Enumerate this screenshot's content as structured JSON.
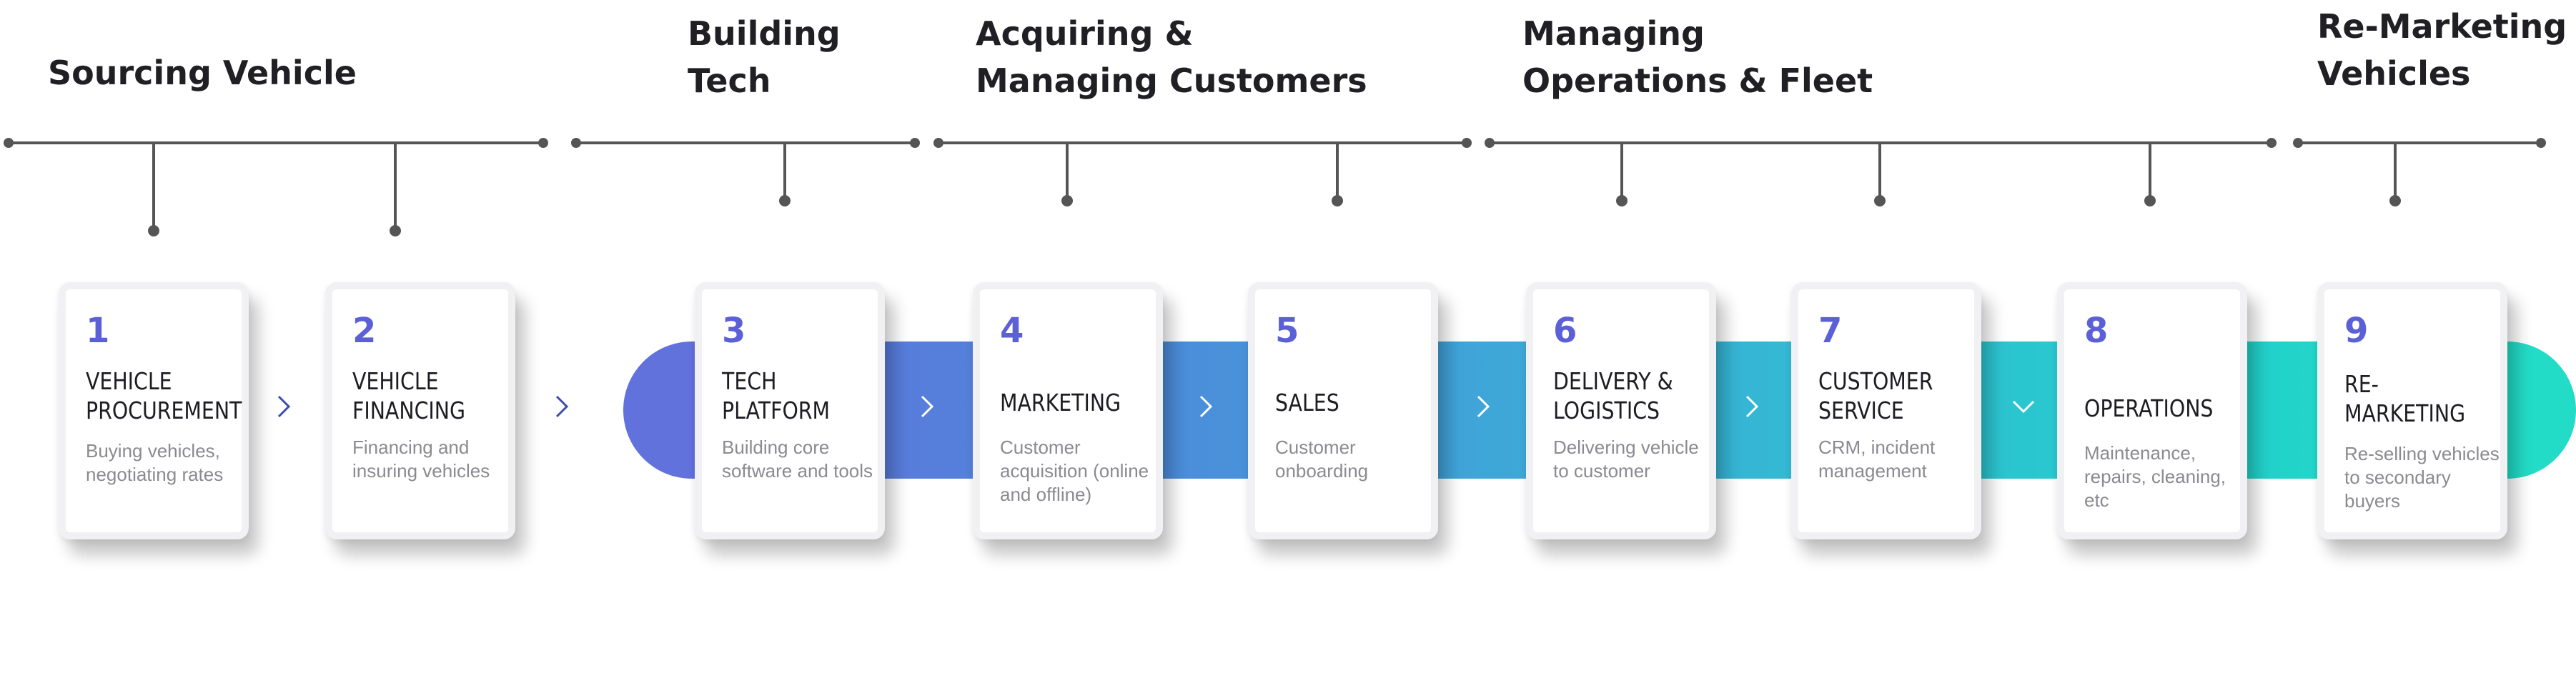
{
  "phases": [
    {
      "lines": [
        "Sourcing Vehicle"
      ]
    },
    {
      "lines": [
        "Building",
        "Tech"
      ]
    },
    {
      "lines": [
        "Acquiring &",
        "Managing Customers"
      ]
    },
    {
      "lines": [
        "Managing",
        "Operations & Fleet"
      ]
    },
    {
      "lines": [
        "Re-Marketing",
        "Vehicles"
      ]
    }
  ],
  "steps": [
    {
      "num": "1",
      "title": [
        "VEHICLE",
        "PROCUREMENT"
      ],
      "desc": "Buying vehicles, negotiating rates"
    },
    {
      "num": "2",
      "title": [
        "VEHICLE",
        "FINANCING"
      ],
      "desc": "Financing and insuring vehicles"
    },
    {
      "num": "3",
      "title": [
        "TECH",
        "PLATFORM"
      ],
      "desc": "Building core software and tools"
    },
    {
      "num": "4",
      "title": [
        "MARKETING"
      ],
      "desc": "Customer acquisition (online and offline)"
    },
    {
      "num": "5",
      "title": [
        "SALES"
      ],
      "desc": "Customer onboarding"
    },
    {
      "num": "6",
      "title": [
        "DELIVERY &",
        "LOGISTICS"
      ],
      "desc": "Delivering vehicle to customer"
    },
    {
      "num": "7",
      "title": [
        "CUSTOMER",
        "SERVICE"
      ],
      "desc": "CRM, incident management"
    },
    {
      "num": "8",
      "title": [
        "OPERATIONS"
      ],
      "desc": "Maintenance, repairs, cleaning, etc"
    },
    {
      "num": "9",
      "title": [
        "RE-",
        "MARKETING"
      ],
      "desc": "Re-selling vehicles to secondary buyers"
    }
  ],
  "colors": {
    "accent": "#5b60d6",
    "band_start": "#6272dc",
    "band_end": "#22dcc8",
    "timeline": "#555555",
    "chevron_dark": "#3d4bb0",
    "chevron_light": "#ffffff"
  },
  "icons": {
    "arrow": "chevron-right-icon",
    "arrow_down": "chevron-down-icon"
  }
}
